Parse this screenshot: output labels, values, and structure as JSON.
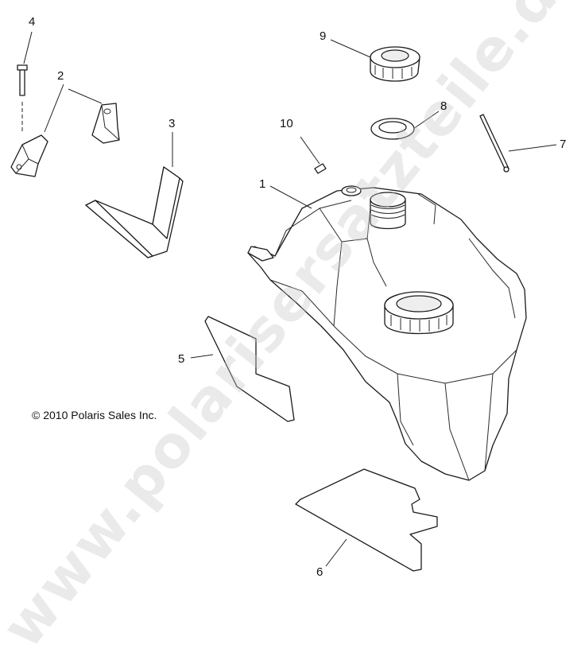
{
  "diagram": {
    "watermark": "www.polarisersatzteile.de",
    "copyright": "© 2010 Polaris Sales Inc.",
    "callouts": {
      "c1": "1",
      "c2": "2",
      "c3": "3",
      "c4": "4",
      "c5": "5",
      "c6": "6",
      "c7": "7",
      "c8": "8",
      "c9": "9",
      "c10": "10"
    }
  }
}
